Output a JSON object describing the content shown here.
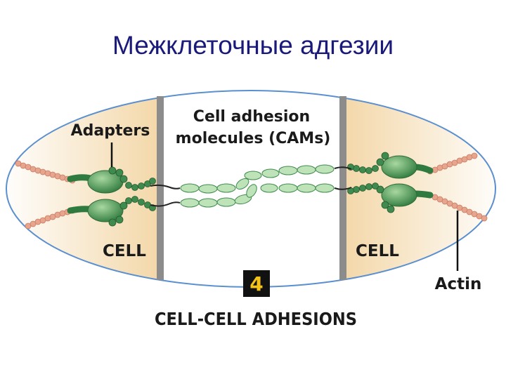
{
  "slide": {
    "title": "Межклеточные адгезии"
  },
  "diagram": {
    "labels": {
      "adapters": "Adapters",
      "cams_line1": "Cell adhesion",
      "cams_line2": "molecules (CAMs)",
      "cell_left": "CELL",
      "cell_right": "CELL",
      "actin": "Actin",
      "panel_number": "4",
      "caption": "CELL-CELL ADHESIONS"
    },
    "colors": {
      "title": "#1a1a7a",
      "ellipse_outline": "#5a8fd0",
      "cell_fill": "#f3d7a8",
      "membrane": "#8c8c8c",
      "protein_dark": "#3f8a4e",
      "protein_light": "#bfe3b9",
      "actin": "#e8a58e",
      "badge": "#111111",
      "badge_text": "#f2c21a"
    }
  }
}
